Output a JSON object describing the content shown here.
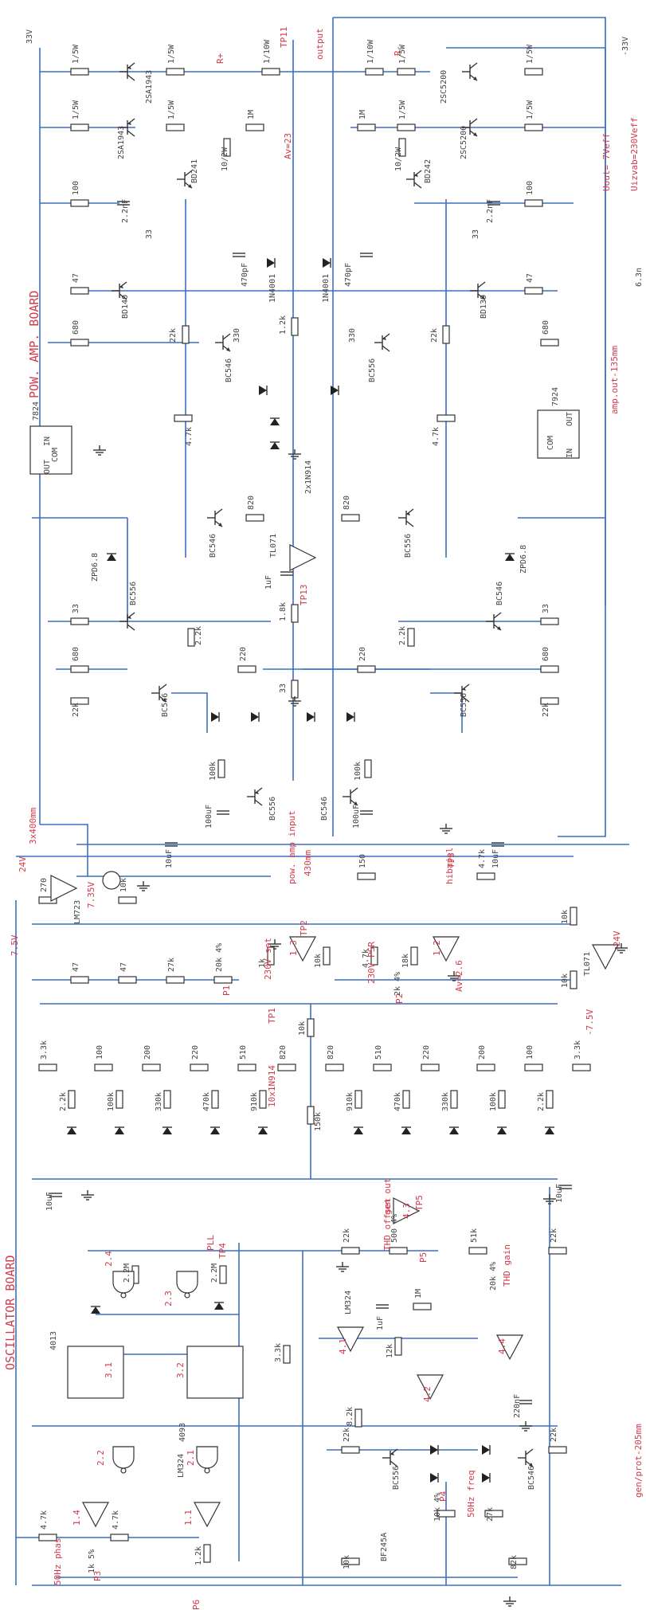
{
  "boards": {
    "power_amp": "POW. AMP. BOARD",
    "oscillator": "OSCILLATOR BOARD"
  },
  "rails": {
    "pos": "33V",
    "neg": "-33V",
    "v24": "24V",
    "vneg24": "-24V",
    "v75": "7.5V",
    "vneg75": "-7.5V",
    "v735": "7.35V"
  },
  "notes": {
    "uout": "Uout= 7Veff",
    "uizvad": "Uizvab=230Veff",
    "dim_amp": "amp.out-135mm",
    "dim_gen": "gen/prot-205mm",
    "dim_cable": "3x400mm",
    "dim_430": "430mm",
    "n63": "6.3n",
    "av23": "Av=23",
    "av26": "Av=2.6",
    "pow_amp_input": "pow. amp input",
    "output": "output",
    "r_plus": "R+",
    "r_minus": "R-",
    "hibajel": "hibajel",
    "set230": "230V set",
    "psr230": "230V PSR",
    "thd_offset": "THD offset",
    "thd_gain": "THD gain",
    "gen_out": "gen out",
    "freq": "50Hz freq",
    "phas": "50Hz phas",
    "pll": "PLL"
  },
  "testpoints": [
    "TP11",
    "TP13",
    "TP1",
    "TP2",
    "TP3",
    "TP5",
    "TP4",
    "P6"
  ],
  "pots": [
    "P1",
    "P2",
    "P3",
    "P4",
    "P5"
  ],
  "ics": {
    "reg_neg": "7924",
    "reg_pos": "7824",
    "tl071": "TL071",
    "tl071b": "TL071",
    "lm723": "LM723",
    "lm324": "LM324",
    "lm324b": "LM324",
    "c4093": "4093",
    "c4013": "4013",
    "com": "COM",
    "in": "IN",
    "out": "OUT"
  },
  "opamp_ids": [
    "1.3",
    "1.2",
    "4.3",
    "4.1",
    "4.2",
    "4.4",
    "1.4",
    "1.1"
  ],
  "gate_ids": [
    "2.4",
    "2.3",
    "2.2",
    "2.1",
    "3.1",
    "3.2"
  ],
  "transistors": {
    "out_pos": "2SA1943",
    "out_pos2": "2SA1943",
    "out_neg": "2SC5200",
    "out_neg2": "2SC5200",
    "drv_pos": "BD241",
    "drv_neg": "BD242",
    "vbe_pos": "BD140",
    "vbe_neg": "BD139",
    "bc546": "BC546",
    "bc556": "BC556",
    "jfet": "BF245A"
  },
  "diodes": {
    "n4001": "1N4001",
    "n4001b": "1N4001",
    "n914x2": "2x1N914",
    "n914x10": "10x1N914",
    "zpd": "ZPD6.8",
    "zpd2": "ZPD6.8"
  },
  "components": {
    "r1_5w": "1/5W",
    "r1_10w": "1/10W",
    "r10_2w": "10/2W",
    "r1m": "1M",
    "r100": "100",
    "r47": "47",
    "r680": "680",
    "r22k": "22k",
    "r4_7k": "4.7k",
    "r820": "820",
    "r33": "33",
    "r2_2k": "2.2k",
    "r220": "220",
    "r1_2k": "1.2k",
    "r1_8k": "1.8k",
    "r100k": "100k",
    "r150": "150",
    "r270": "270",
    "r10k": "10k",
    "r27k": "27k",
    "r18k": "18k",
    "r1k": "1k",
    "r3_3k": "3.3k",
    "r200": "200",
    "r510": "510",
    "r910k": "910k",
    "r470k": "470k",
    "r330k": "330k",
    "r150k": "150k",
    "r51k": "51k",
    "r500": "500 4%",
    "r20k": "20k 4%",
    "r2k": "2k 4%",
    "r12k": "12k",
    "r8_2k": "8.2k",
    "r2_2m": "2.2M",
    "r82k": "82k",
    "r10k4": "10k 4%",
    "r1k5": "1k 5%",
    "c2_2nf": "2.2nF",
    "c470pf": "470pF",
    "c10uf": "10uF",
    "c100uf": "100uF",
    "c1uf": "1uF",
    "c220nf": "220nF",
    "r330": "330"
  }
}
